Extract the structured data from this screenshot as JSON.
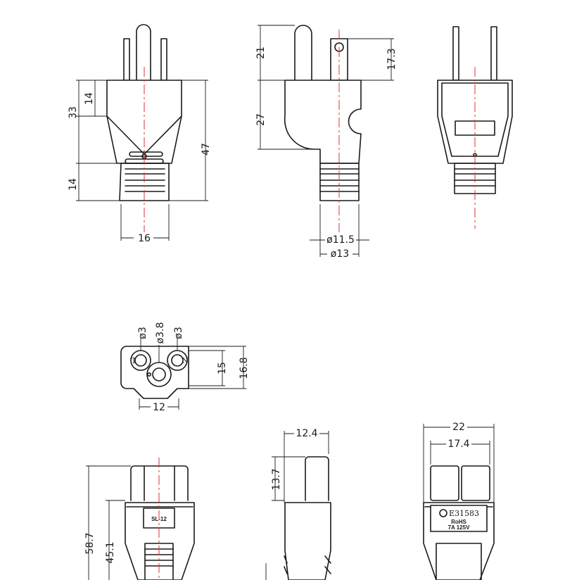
{
  "dimensions": {
    "front_14": "14",
    "front_33": "33",
    "front_47": "47",
    "front_14b": "14",
    "front_16": "16",
    "side_21": "21",
    "side_27": "27",
    "side_17_3": "17.3",
    "side_d11_5": "ø11.5",
    "side_d13": "ø13",
    "face_d3_left": "ø3",
    "face_d3_8": "ø3.8",
    "face_d3_right": "ø3",
    "face_15": "15",
    "face_16_8": "16.8",
    "face_12": "12",
    "conn_12_4": "12.4",
    "conn_13_7": "13.7",
    "conn_58_7": "58.7",
    "conn_45_1": "45.1",
    "conn_22": "22",
    "conn_17_4": "17.4"
  },
  "labels": {
    "pin_l": "L",
    "pin_n": "N",
    "model": "SL-12",
    "cert_no": "E31583",
    "rohs": "RoHS",
    "rating": "7A  125V"
  }
}
